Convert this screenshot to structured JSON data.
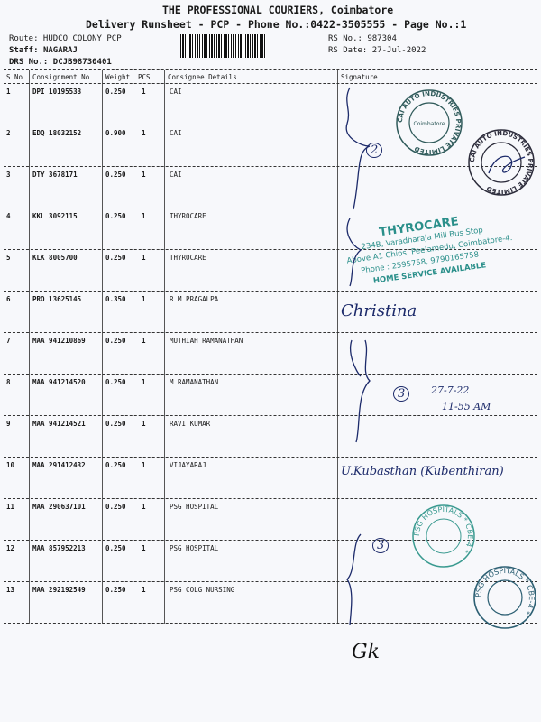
{
  "header": {
    "company": "THE PROFESSIONAL COURIERS, Coimbatore",
    "subtitle": "Delivery Runsheet - PCP - Phone No.:0422-3505555 - Page No.:1",
    "route": "Route: HUDCO COLONY PCP",
    "staff_label": "Staff:",
    "staff": "NAGARAJ",
    "drs_label": "DRS No.:",
    "drs": "DCJB98730401",
    "rs_no": "RS No.: 987304",
    "rs_date": "RS Date: 27-Jul-2022"
  },
  "table": {
    "columns": [
      "S No",
      "Consignment No",
      "Weight",
      "PCS",
      "Consignee Details",
      "Signature"
    ],
    "rows": [
      {
        "sno": "1",
        "cn": "DPI 10195533",
        "wt": "0.250",
        "pcs": "1",
        "consignee": "CAI"
      },
      {
        "sno": "2",
        "cn": "EDQ 18032152",
        "wt": "0.900",
        "pcs": "1",
        "consignee": "CAI"
      },
      {
        "sno": "3",
        "cn": "DTY 3678171",
        "wt": "0.250",
        "pcs": "1",
        "consignee": "CAI"
      },
      {
        "sno": "4",
        "cn": "KKL 3092115",
        "wt": "0.250",
        "pcs": "1",
        "consignee": "THYROCARE"
      },
      {
        "sno": "5",
        "cn": "KLK 8005700",
        "wt": "0.250",
        "pcs": "1",
        "consignee": "THYROCARE"
      },
      {
        "sno": "6",
        "cn": "PRO 13625145",
        "wt": "0.350",
        "pcs": "1",
        "consignee": "R M PRAGALPA"
      },
      {
        "sno": "7",
        "cn": "MAA 941210869",
        "wt": "0.250",
        "pcs": "1",
        "consignee": "MUTHIAH RAMANATHAN"
      },
      {
        "sno": "8",
        "cn": "MAA 941214520",
        "wt": "0.250",
        "pcs": "1",
        "consignee": "M RAMANATHAN"
      },
      {
        "sno": "9",
        "cn": "MAA 941214521",
        "wt": "0.250",
        "pcs": "1",
        "consignee": "RAVI KUMAR"
      },
      {
        "sno": "10",
        "cn": "MAA 291412432",
        "wt": "0.250",
        "pcs": "1",
        "consignee": "VIJAYARAJ"
      },
      {
        "sno": "11",
        "cn": "MAA 290637101",
        "wt": "0.250",
        "pcs": "1",
        "consignee": "PSG HOSPITAL"
      },
      {
        "sno": "12",
        "cn": "MAA 857952213",
        "wt": "0.250",
        "pcs": "1",
        "consignee": "PSG HOSPITAL"
      },
      {
        "sno": "13",
        "cn": "MAA 292192549",
        "wt": "0.250",
        "pcs": "1",
        "consignee": "PSG COLG NURSING"
      }
    ]
  },
  "stamps": {
    "cai": "CAI AUTO INDUSTRIES PRIVATE LIMITED",
    "cai_center": "Coimbatore",
    "thyrocare_name": "THYROCARE",
    "thyrocare_l1": "234B, Varadharaja Mill Bus Stop",
    "thyrocare_l2": "Above A1 Chips, Peelamedu, Coimbatore-4.",
    "thyrocare_l3": "Phone : 2595758, 9790165758",
    "thyrocare_l4": "HOME SERVICE AVAILABLE",
    "psg": "PSG HOSPITALS * CBE-4 *"
  },
  "handwriting": {
    "count_cai": "2",
    "christina": "Christina",
    "count_maa": "3",
    "date": "27-7-22",
    "time": "11-55 AM",
    "vijayaraj_sig": "U.Kubasthan (Kubenthiran)",
    "count_psg": "3",
    "bottom": "Gk"
  },
  "colors": {
    "stamp_teal": "#2a8f8a",
    "stamp_navy": "#1f2f66",
    "ink": "#1c2a6a"
  }
}
